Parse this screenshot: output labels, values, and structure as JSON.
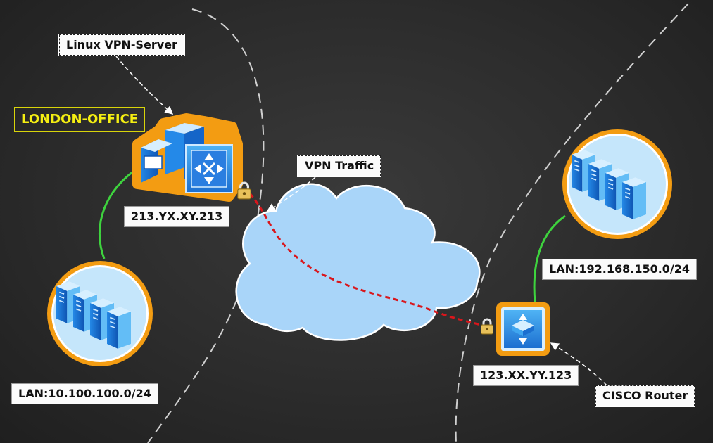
{
  "labels": {
    "office": "LONDON-OFFICE",
    "vpn_server": "Linux VPN-Server",
    "vpn_traffic": "VPN Traffic",
    "cisco_router": "CISCO Router",
    "ip_london": "213.YX.XY.213",
    "ip_cisco": "123.XX.YY.123",
    "lan_london": "LAN:10.100.100.0/24",
    "lan_remote": "LAN:192.168.150.0/24"
  },
  "colors": {
    "background": "#2c2c2c",
    "boundary": "#d0d0d0",
    "tunnel": "#d9161c",
    "link": "#3ed33e",
    "node_ring": "#f39c12",
    "node_fill": "#c5e6fb",
    "cloud": "#a9d5f9",
    "office_text": "#f4ee12"
  },
  "icons": [
    "vpn-server-icon",
    "server-rack-icon",
    "router-icon",
    "lock-icon",
    "cloud-icon"
  ]
}
